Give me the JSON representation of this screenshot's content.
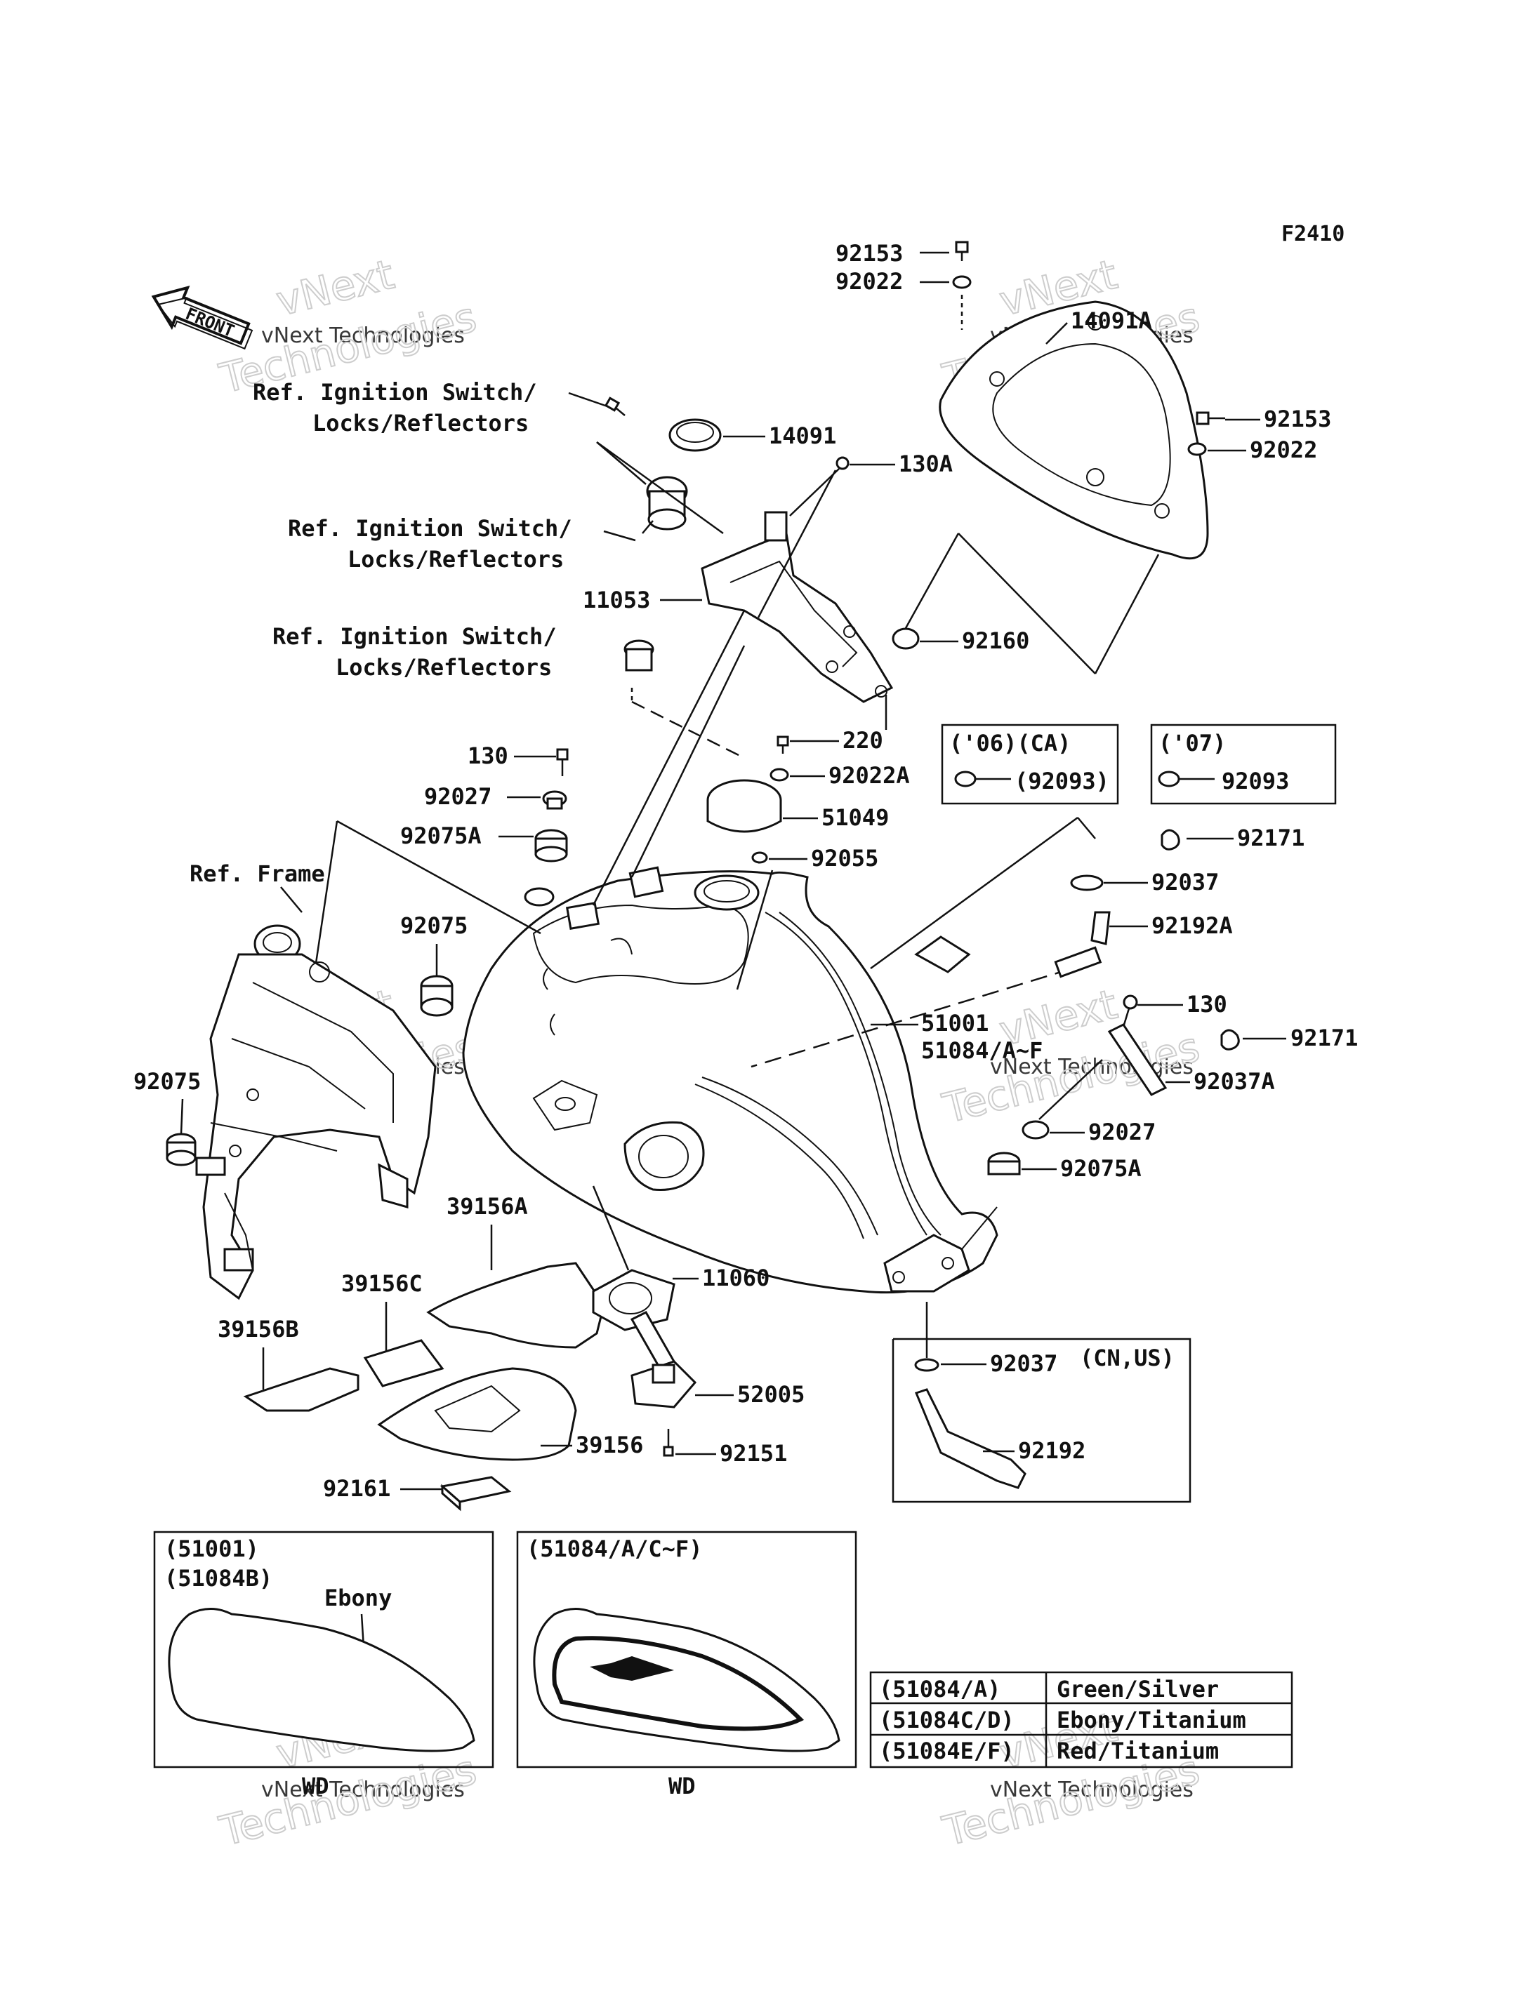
{
  "figure_code": "F2410",
  "front_label": "FRONT",
  "watermark": {
    "line1": "vNext Technologies",
    "line2": "vNext",
    "line3": "Technologies"
  },
  "refs": {
    "ign1_l1": "Ref. Ignition Switch/",
    "ign1_l2": "Locks/Reflectors",
    "ign2_l1": "Ref. Ignition Switch/",
    "ign2_l2": "Locks/Reflectors",
    "ign3_l1": "Ref. Ignition Switch/",
    "ign3_l2": "Locks/Reflectors",
    "frame": "Ref. Frame"
  },
  "parts": {
    "p92153a": "92153",
    "p92022a": "92022",
    "p14091a": "14091A",
    "p92153b": "92153",
    "p92022b": "92022",
    "p14091": "14091",
    "p130a": "130A",
    "p11053": "11053",
    "p92160": "92160",
    "p220": "220",
    "p92022A": "92022A",
    "p130": "130",
    "p92027": "92027",
    "p51049": "51049",
    "p92075A": "92075A",
    "p92055": "92055",
    "p92075": "92075",
    "p92075b": "92075",
    "p92171a": "92171",
    "p92037": "92037",
    "p92192A": "92192A",
    "p51001": "51001",
    "p51084": "51084/A~F",
    "p130b": "130",
    "p92171b": "92171",
    "p92037A": "92037A",
    "p92027b": "92027",
    "p92075Ab": "92075A",
    "p39156A": "39156A",
    "p39156C": "39156C",
    "p39156B": "39156B",
    "p11060": "11060",
    "p52005": "52005",
    "p39156": "39156",
    "p92151": "92151",
    "p92161": "92161",
    "p92037b": "92037",
    "p92192": "92192",
    "cnus": "(CN,US)"
  },
  "boxes": {
    "ca_title": "('06)(CA)",
    "ca_part": "(92093)",
    "y07_title": "('07)",
    "y07_part": "92093",
    "ebony_codes1": "(51001)",
    "ebony_codes2": "(51084B)",
    "ebony_label": "Ebony",
    "ebony_wd": "WD",
    "two_codes": "(51084/A/C~F)",
    "two_wd": "WD"
  },
  "color_table": [
    {
      "code": "(51084/A)",
      "color": "Green/Silver"
    },
    {
      "code": "(51084C/D)",
      "color": "Ebony/Titanium"
    },
    {
      "code": "(51084E/F)",
      "color": "Red/Titanium"
    }
  ]
}
